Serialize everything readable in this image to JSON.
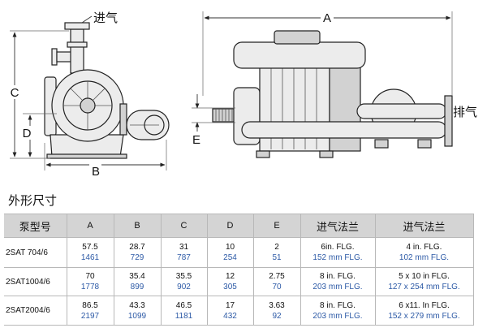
{
  "heading": "外形尺寸",
  "diagram": {
    "inlet_label": "进气",
    "outlet_label": "排气",
    "dim_a": "A",
    "dim_b": "B",
    "dim_c": "C",
    "dim_d": "D",
    "dim_e": "E"
  },
  "table": {
    "headers": {
      "model": "泵型号",
      "a": "A",
      "b": "B",
      "c": "C",
      "d": "D",
      "e": "E",
      "flange_1": "进气法兰",
      "flange_2": "进气法兰"
    },
    "rows": [
      {
        "model": "2SAT 704/6",
        "a": [
          "57.5",
          "1461"
        ],
        "b": [
          "28.7",
          "729"
        ],
        "c": [
          "31",
          "787"
        ],
        "d": [
          "10",
          "254"
        ],
        "e": [
          "2",
          "51"
        ],
        "flange_1": [
          "6in. FLG.",
          "152 mm FLG."
        ],
        "flange_2": [
          "4 in. FLG.",
          "102 mm FLG."
        ]
      },
      {
        "model": "2SAT1004/6",
        "a": [
          "70",
          "1778"
        ],
        "b": [
          "35.4",
          "899"
        ],
        "c": [
          "35.5",
          "902"
        ],
        "d": [
          "12",
          "305"
        ],
        "e": [
          "2.75",
          "70"
        ],
        "flange_1": [
          "8 in. FLG.",
          "203 mm FLG."
        ],
        "flange_2": [
          "5 x 10 in FLG.",
          "127 x 254 mm FLG."
        ]
      },
      {
        "model": "2SAT2004/6",
        "a": [
          "86.5",
          "2197"
        ],
        "b": [
          "43.3",
          "1099"
        ],
        "c": [
          "46.5",
          "1181"
        ],
        "d": [
          "17",
          "432"
        ],
        "e": [
          "3.63",
          "92"
        ],
        "flange_1": [
          "8 in. FLG.",
          "203 mm FLG."
        ],
        "flange_2": [
          "6 x11. In FLG.",
          "152 x 279 mm FLG."
        ]
      }
    ]
  },
  "colors": {
    "header_bg": "#d4d4d4",
    "metric_text": "#2d5aa6",
    "drawing_line": "#222222",
    "part_fill": "#ececec",
    "table_border": "#b8b8b8"
  }
}
